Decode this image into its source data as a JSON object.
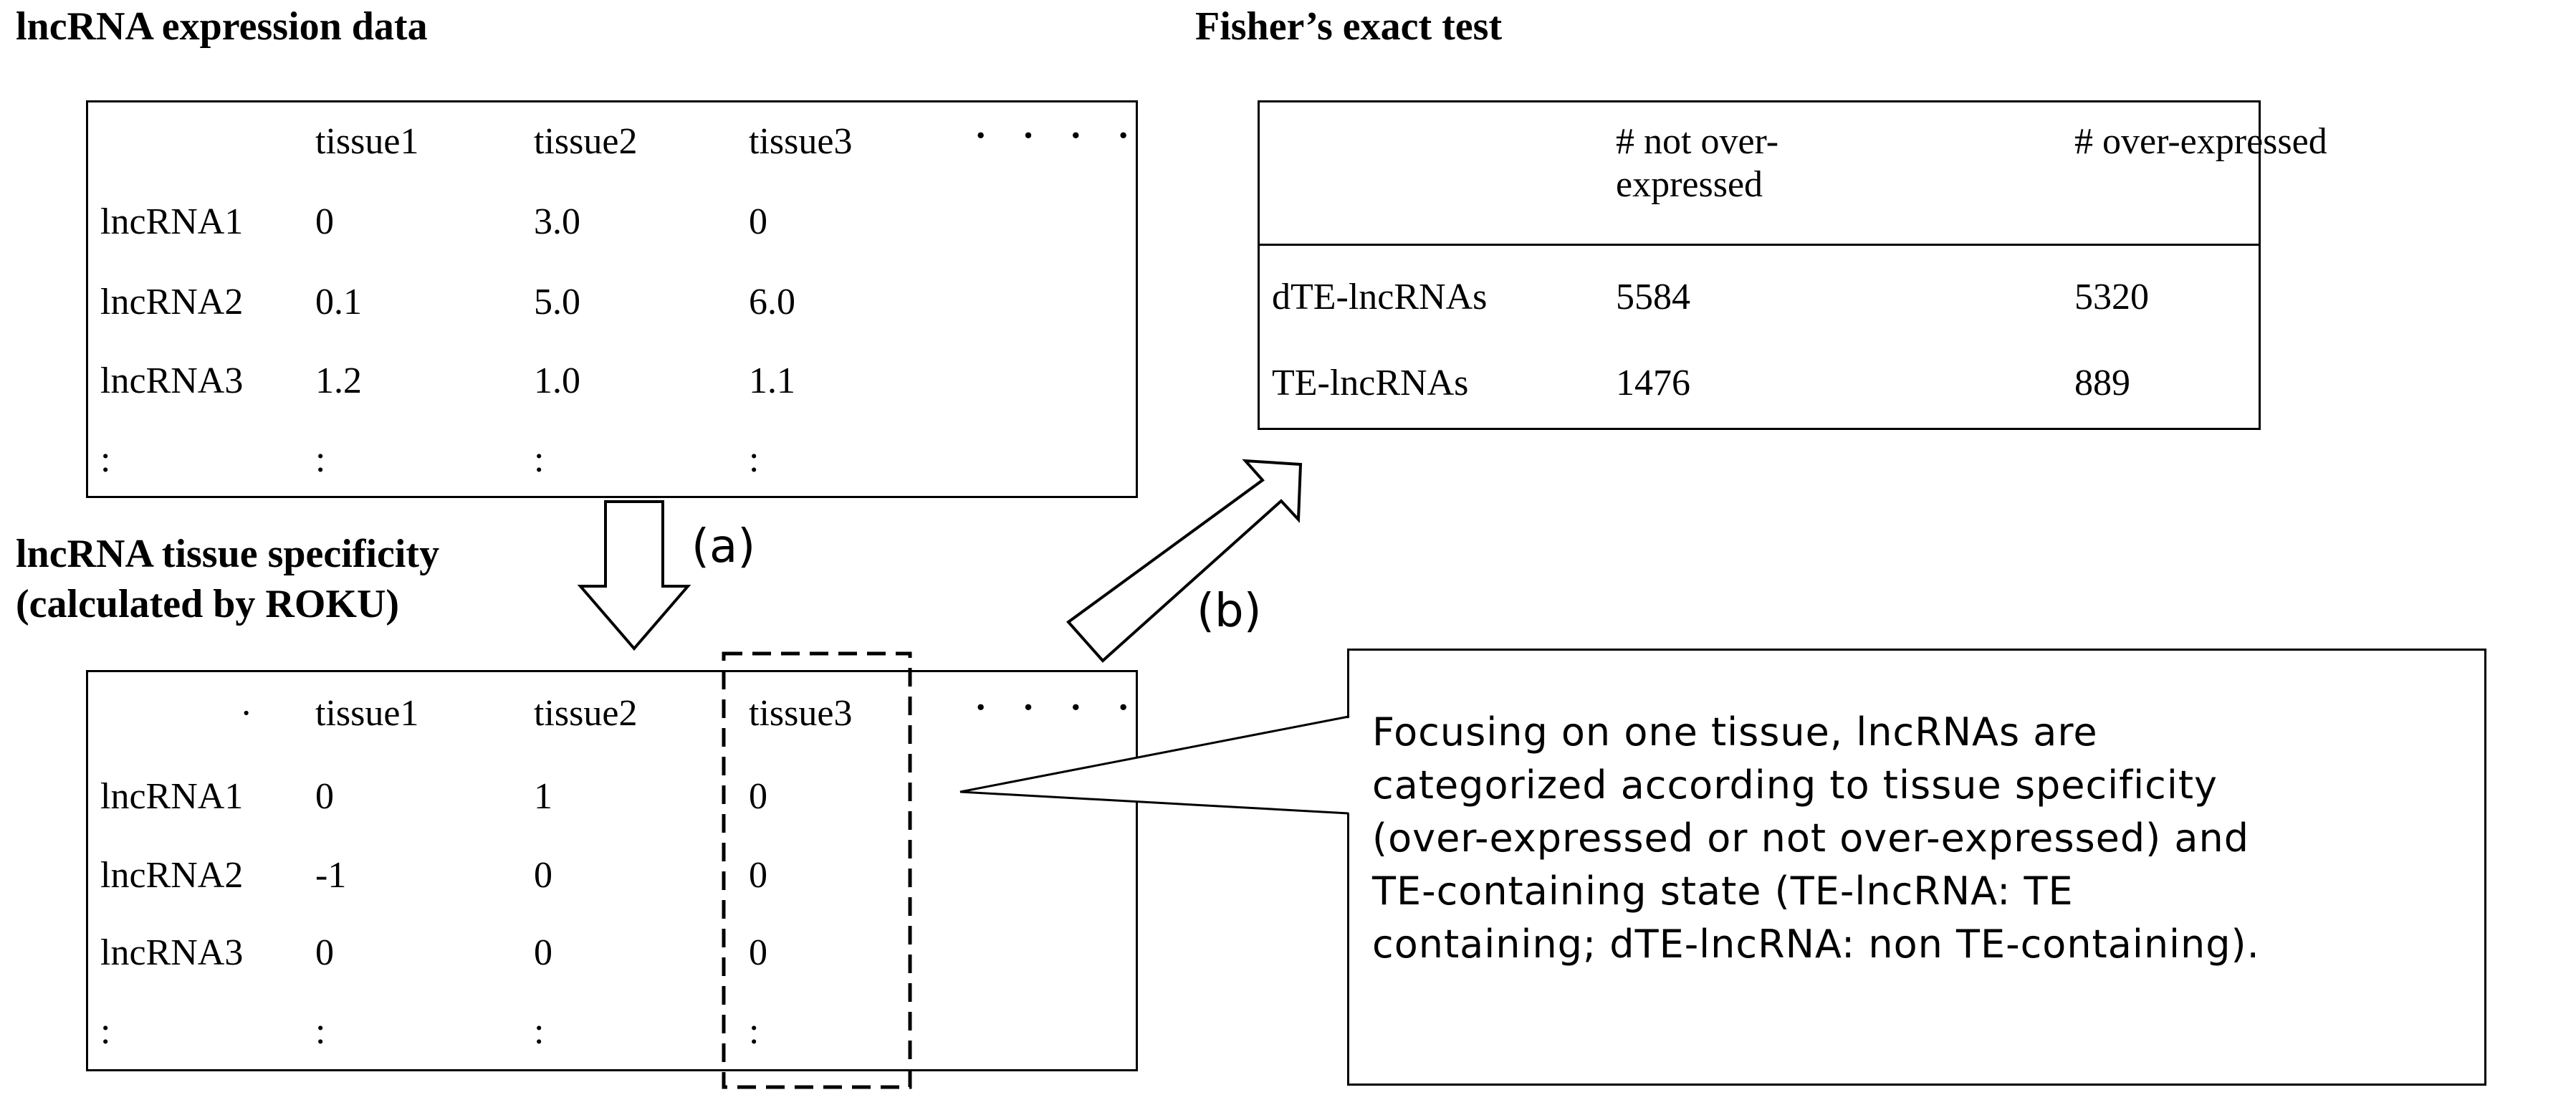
{
  "headings": {
    "expression_title": "lncRNA expression data",
    "specificity_title_line1": "lncRNA tissue specificity",
    "specificity_title_line2": "(calculated by ROKU)",
    "fisher_title": "Fisher’s exact test"
  },
  "expression_table": {
    "corner": "",
    "columns": [
      "tissue1",
      "tissue2",
      "tissue3"
    ],
    "more_columns": "· · · ·",
    "rows": [
      {
        "name": "lncRNA1",
        "values": [
          "0",
          "3.0",
          "0"
        ]
      },
      {
        "name": "lncRNA2",
        "values": [
          "0.1",
          "5.0",
          "6.0"
        ]
      },
      {
        "name": "lncRNA3",
        "values": [
          "1.2",
          "1.0",
          "1.1"
        ]
      },
      {
        "name": ":",
        "values": [
          ":",
          ":",
          ":"
        ]
      }
    ]
  },
  "specificity_table": {
    "corner": "·",
    "columns": [
      "tissue1",
      "tissue2",
      "tissue3"
    ],
    "more_columns": "· · · ·",
    "rows": [
      {
        "name": "lncRNA1",
        "values": [
          "0",
          "1",
          "0"
        ]
      },
      {
        "name": "lncRNA2",
        "values": [
          "-1",
          "0",
          "0"
        ]
      },
      {
        "name": "lncRNA3",
        "values": [
          "0",
          "0",
          "0"
        ]
      },
      {
        "name": ":",
        "values": [
          ":",
          ":",
          ":"
        ]
      }
    ]
  },
  "fisher_table": {
    "col1_line1": "# not over-",
    "col1_line2": "expressed",
    "col2": "# over-expressed",
    "rows": [
      {
        "name": "dTE-lncRNAs",
        "values": [
          "5584",
          "5320"
        ]
      },
      {
        "name": "TE-lncRNAs",
        "values": [
          "1476",
          "889"
        ]
      }
    ]
  },
  "arrows": {
    "a_label": "(a)",
    "b_label": "(b)"
  },
  "callout": {
    "lines": [
      "Focusing on one tissue, lncRNAs are",
      "categorized according to tissue specificity",
      "(over-expressed or not over-expressed) and",
      "TE-containing state (TE-lncRNA: TE",
      "containing; dTE-lncRNA: non TE-containing)."
    ]
  }
}
